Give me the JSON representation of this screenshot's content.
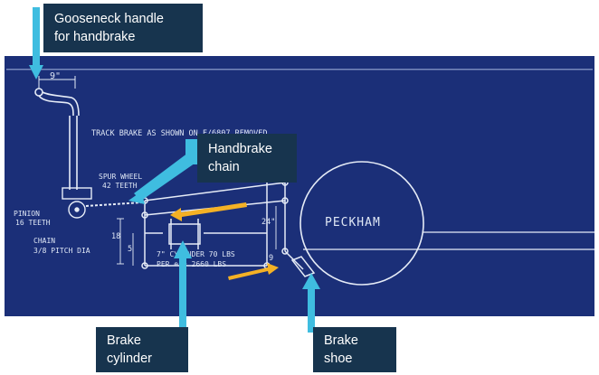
{
  "callouts": {
    "gooseneck": {
      "line1": "Gooseneck  handle",
      "line2": "for  handbrake"
    },
    "handbrake_chain": {
      "line1": "Handbrake",
      "line2": "chain"
    },
    "brake_cylinder": {
      "line1": "Brake",
      "line2": "cylinder"
    },
    "brake_shoe": {
      "line1": "Brake",
      "line2": "shoe"
    }
  },
  "blueprint": {
    "dim_top": "9\"",
    "note": "TRACK BRAKE AS SHOWN ON F/6807 REMOVED.",
    "spur_wheel_line1": "SPUR WHEEL",
    "spur_wheel_line2": "42 TEETH",
    "pinion_line1": "PINION",
    "pinion_line2": "16 TEETH",
    "chain_line1": "CHAIN",
    "chain_line2": "3/8 PITCH DIA",
    "dim_18": "18",
    "dim_5": "5",
    "dim_24": "24\"",
    "dim_9": "9",
    "cylinder_line1": "7\" CYLINDER 70 LBS",
    "cylinder_line2": "PER ⊕ = 2660 LBS",
    "wheel_label": "PECKHAM"
  },
  "colors": {
    "blueprint_bg": "#1b2f78",
    "line": "#e6ecf7",
    "callout_bg": "#17344e",
    "pointer_cyan": "#3fbde0",
    "arrow_yellow": "#f4b125"
  }
}
